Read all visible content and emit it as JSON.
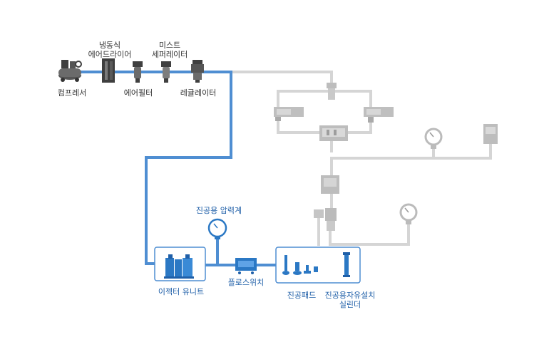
{
  "labels": {
    "compressor": "컴프레서",
    "refrigerated_dryer_line1": "냉동식",
    "refrigerated_dryer_line2": "에어드라이어",
    "air_filter": "에어필터",
    "mist_separator_line1": "미스트",
    "mist_separator_line2": "세퍼레이터",
    "regulator": "레귤레이터",
    "vacuum_gauge": "진공용 압력계",
    "ejector_unit": "이젝터 유니트",
    "pressure_switch": "플로스위치",
    "vacuum_pad": "진공패드",
    "free_cylinder_line1": "진공용자유설치",
    "free_cylinder_line2": "실린더"
  },
  "colors": {
    "active_line": "#4f8ed2",
    "inactive_line": "#d5d5d5",
    "device_dark": "#3f3f3f",
    "device_blue": "#2b78c4",
    "label_dark": "#333333",
    "label_blue": "#1f5fa8"
  }
}
